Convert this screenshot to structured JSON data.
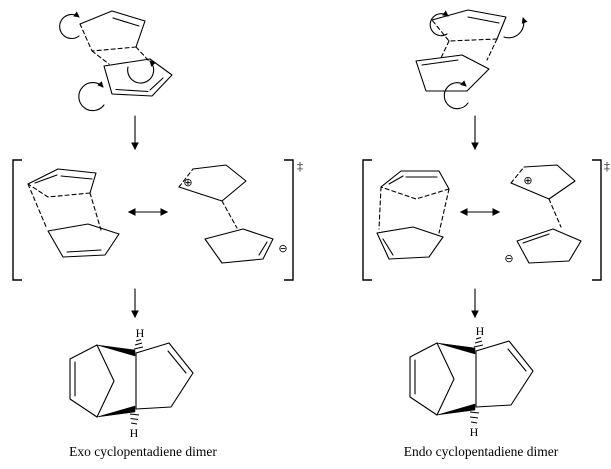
{
  "diagram": {
    "background": "#ffffff",
    "ink_color": "#000000"
  },
  "left": {
    "caption": "Exo cyclopentadiene dimer",
    "ts": {
      "dagger": "‡",
      "plus": "⊕",
      "minus": "⊖"
    },
    "product": {
      "h_top": "H",
      "h_bottom": "H"
    }
  },
  "right": {
    "caption": "Endo cyclopentadiene dimer",
    "ts": {
      "dagger": "‡",
      "plus": "⊕",
      "minus": "⊖"
    },
    "product": {
      "h_top": "H",
      "h_bottom": "H"
    }
  }
}
